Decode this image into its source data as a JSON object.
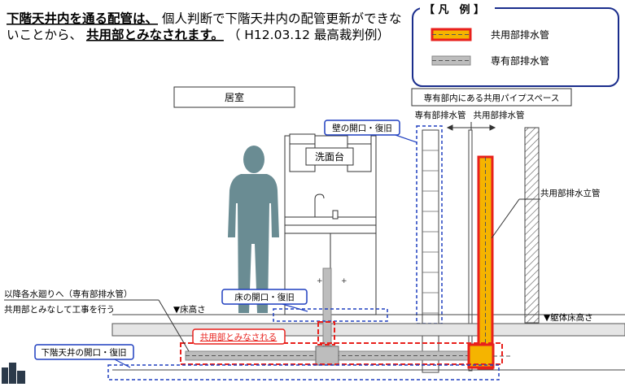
{
  "headline": {
    "bold1": "下階天井内を通る配管は、",
    "plain1": "個人判断で下階天井内の配管更新ができな",
    "line2_plain": "いことから、",
    "bold2": "共用部とみなされます。",
    "ruling": "（ H12.03.12 最高裁判例）"
  },
  "legend": {
    "title": "【 凡　例 】",
    "common_label": "共用部排水管",
    "private_label": "専有部排水管"
  },
  "labels": {
    "room": "居室",
    "pipe_space": "専有部内にある共用パイプスペース",
    "private_pipe_top": "専有部排水管",
    "common_pipe_top": "共用部排水管",
    "wall_opening": "壁の開口・復旧",
    "vanity": "洗面台",
    "common_riser": "共用部排水立管",
    "downstream_note": "以降各水廻りへ（専有部排水管）",
    "treated_as_common_work": "共用部とみなして工事を行う",
    "floor_level": "▼床高さ",
    "floor_opening": "床の開口・復旧",
    "structural_floor": "▼躯体床高さ",
    "considered_common": "共用部とみなされる",
    "ceiling_opening": "下階天井の開口・復旧"
  },
  "colors": {
    "common_pipe_fill": "#f5b400",
    "common_pipe_outline": "#e8201c",
    "private_pipe_fill": "#bdbdbd",
    "callout_blue": "#1f3fbf",
    "person": "#6a8c93",
    "slab": "#e5e5e5"
  }
}
